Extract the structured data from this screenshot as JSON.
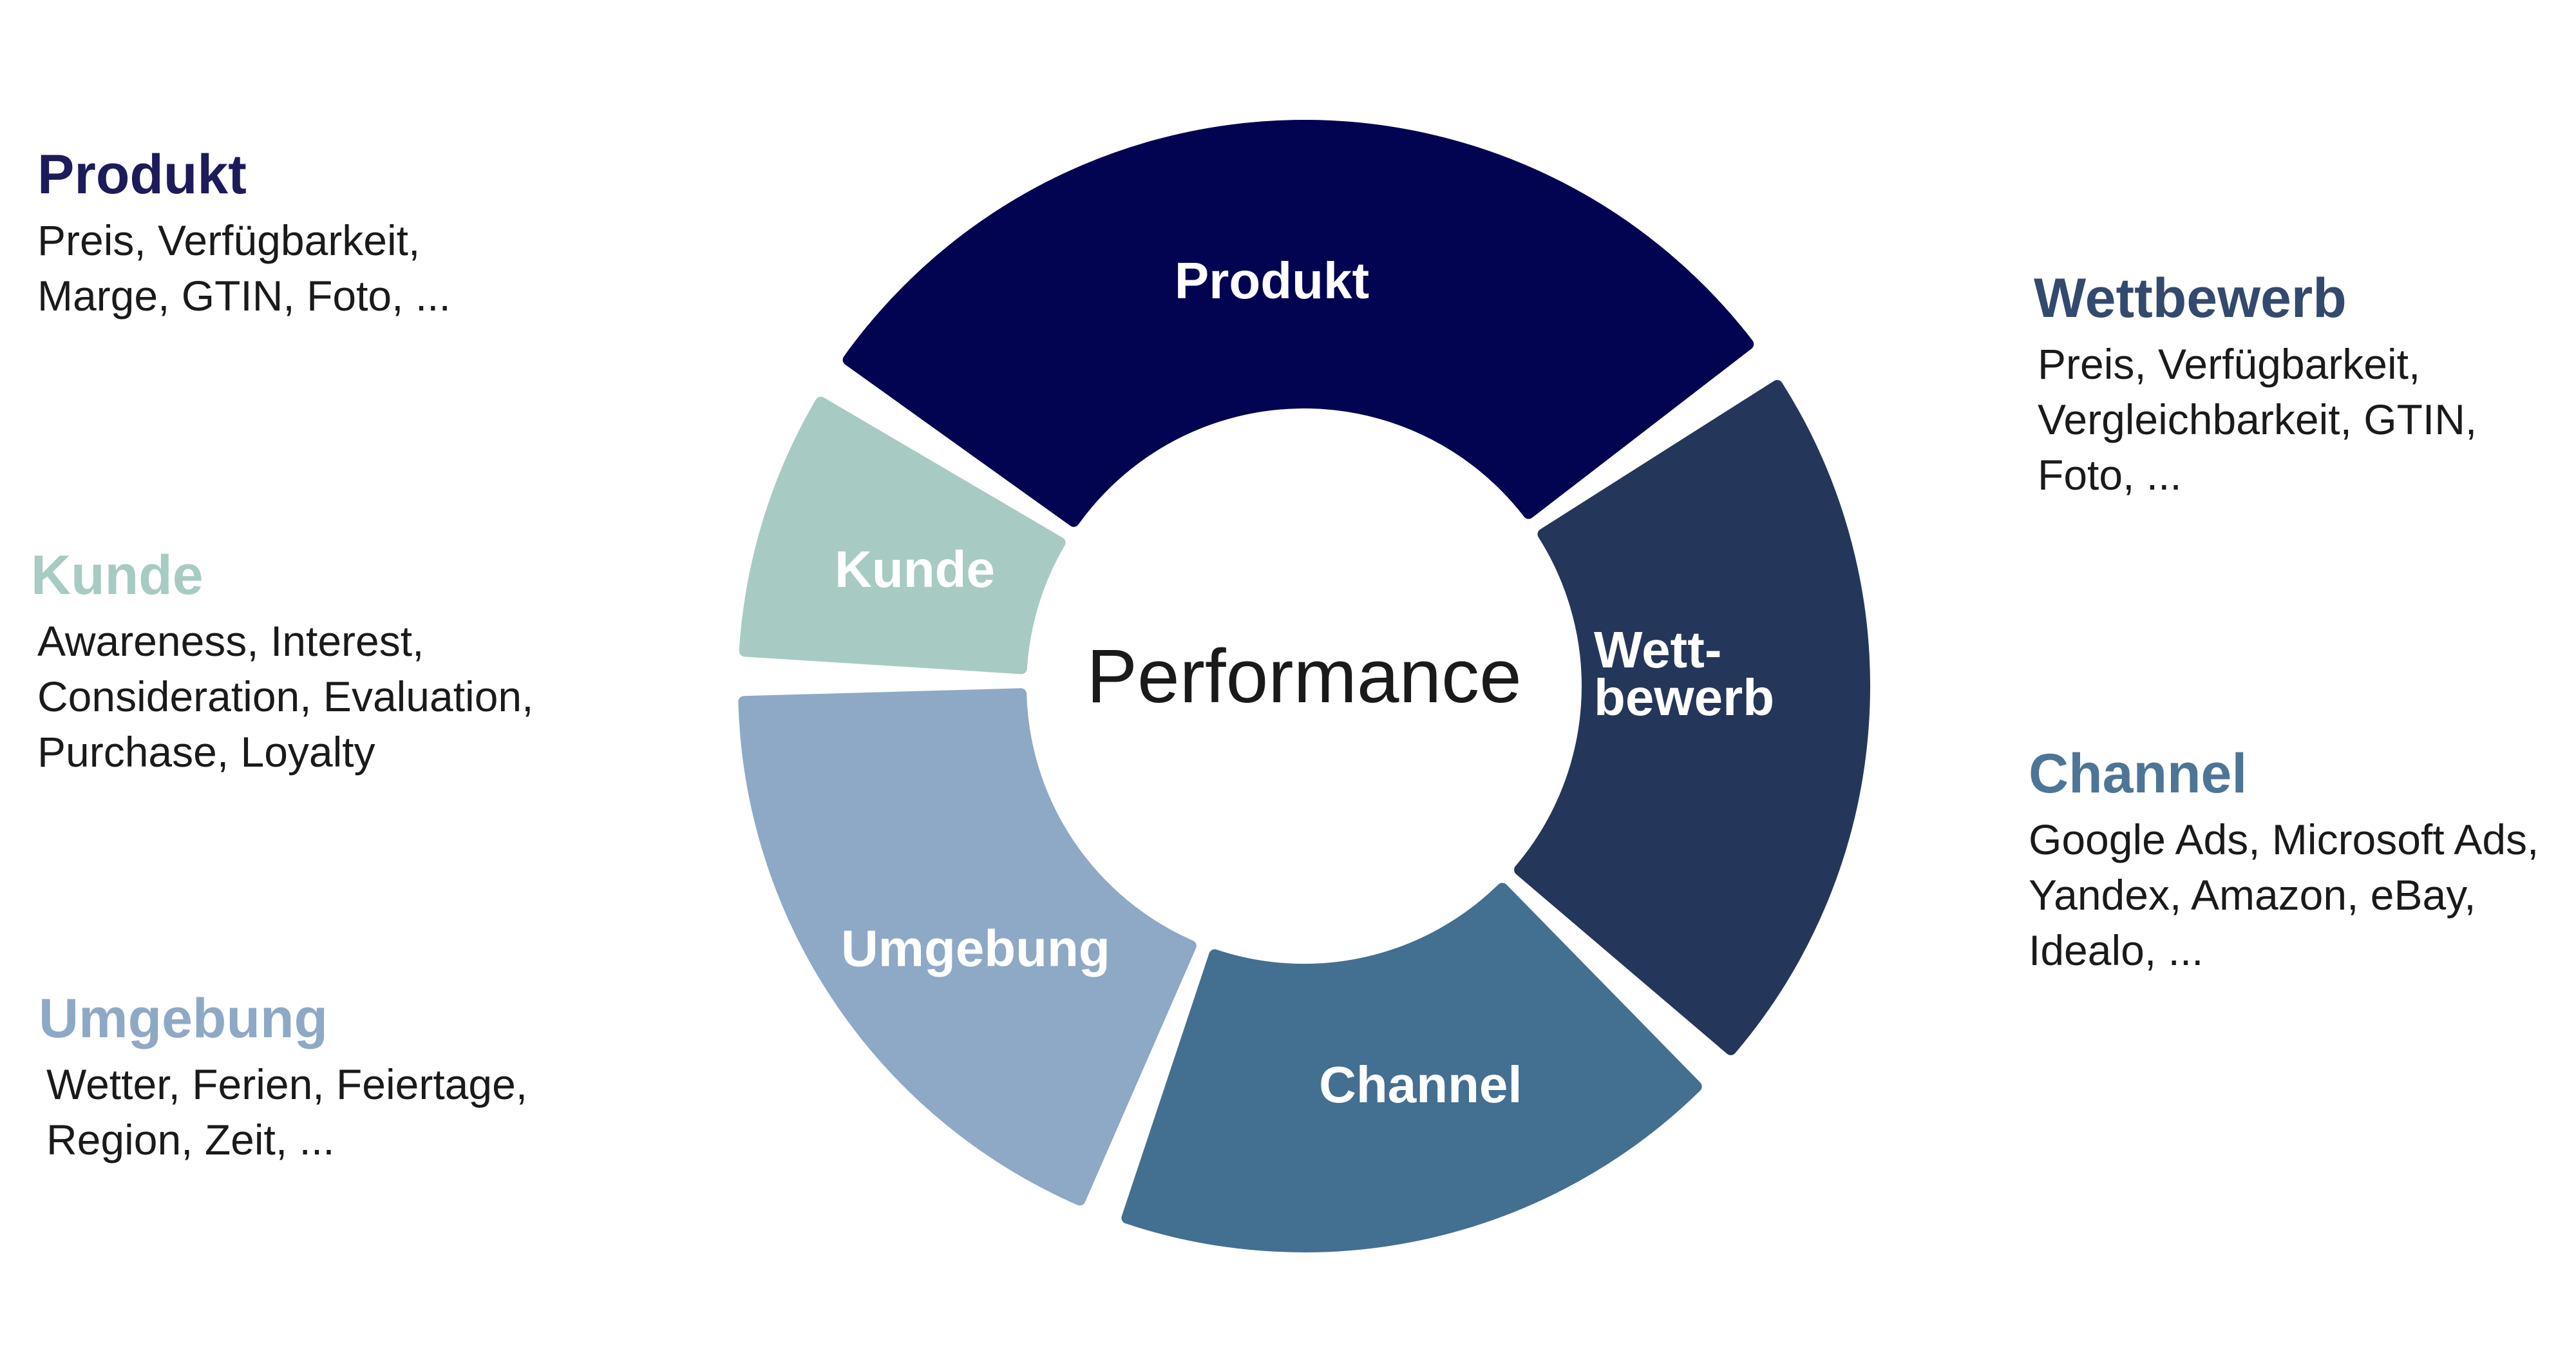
{
  "center": {
    "label": "Performance"
  },
  "segments": [
    {
      "id": "produkt",
      "label_lines": [
        "Produkt"
      ],
      "color": "#020452"
    },
    {
      "id": "wettbewerb",
      "label_lines": [
        "Wett-",
        "bewerb"
      ],
      "color": "#24375a"
    },
    {
      "id": "channel",
      "label_lines": [
        "Channel"
      ],
      "color": "#436f91"
    },
    {
      "id": "umgebung",
      "label_lines": [
        "Umgebung"
      ],
      "color": "#8ea9c6"
    },
    {
      "id": "kunde",
      "label_lines": [
        "Kunde"
      ],
      "color": "#a7cbc3"
    }
  ],
  "descriptions": {
    "produkt": {
      "title": "Produkt",
      "color": "#1d1b5a",
      "lines": [
        "Preis, Verfügbarkeit,",
        "Marge, GTIN, Foto, ..."
      ]
    },
    "kunde": {
      "title": "Kunde",
      "color": "#a7cbc3",
      "lines": [
        "Awareness, Interest,",
        "Consideration, Evaluation,",
        "Purchase,  Loyalty"
      ]
    },
    "umgebung": {
      "title": "Umgebung",
      "color": "#8ea9c6",
      "lines": [
        "Wetter, Ferien, Feiertage,",
        "Region, Zeit, ..."
      ]
    },
    "wettbewerb": {
      "title": "Wettbewerb",
      "color": "#334a6e",
      "lines": [
        "Preis, Verfügbarkeit,",
        "Vergleichbarkeit, GTIN,",
        "Foto, ..."
      ]
    },
    "channel": {
      "title": "Channel",
      "color": "#4d7595",
      "lines": [
        "Google Ads, Microsoft Ads,",
        "Yandex, Amazon, eBay,",
        "Idealo, ..."
      ]
    }
  }
}
